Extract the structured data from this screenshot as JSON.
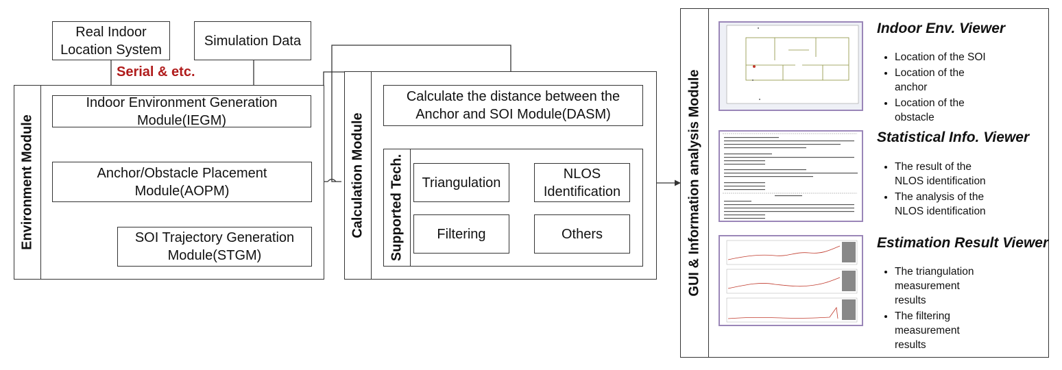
{
  "inputs": {
    "real_indoor": "Real Indoor\nLocation System",
    "simulation": "Simulation Data",
    "serial_label": "Serial & etc."
  },
  "environment": {
    "title": "Environment Module",
    "iegm": "Indoor Environment Generation\nModule(IEGM)",
    "aopm": "Anchor/Obstacle Placement\nModule(AOPM)",
    "stgm": "SOI Trajectory Generation\nModule(STGM)"
  },
  "calculation": {
    "title": "Calculation Module",
    "dasm": "Calculate the distance between the\nAnchor and SOI Module(DASM)",
    "supported_title": "Supported Tech.",
    "triangulation": "Triangulation",
    "nlos": "NLOS\nIdentification",
    "filtering": "Filtering",
    "others": "Others"
  },
  "gui": {
    "title": "GUI & Information analysis Module",
    "viewers": [
      {
        "title": "Indoor Env. Viewer",
        "bullets": [
          "Location of the SOI",
          "Location of the\nanchor",
          "Location of the\nobstacle"
        ]
      },
      {
        "title": "Statistical Info. Viewer",
        "bullets": [
          "The result of the\nNLOS identification",
          "The analysis of the\nNLOS identification"
        ]
      },
      {
        "title": "Estimation Result Viewer",
        "bullets": [
          "The triangulation\nmeasurement\nresults",
          "The filtering\nmeasurement\nresults"
        ]
      }
    ]
  },
  "colors": {
    "line": "#333333",
    "serial": "#b01c1c",
    "thumb_border": "#9a86b8",
    "trace": "#c0392b"
  }
}
